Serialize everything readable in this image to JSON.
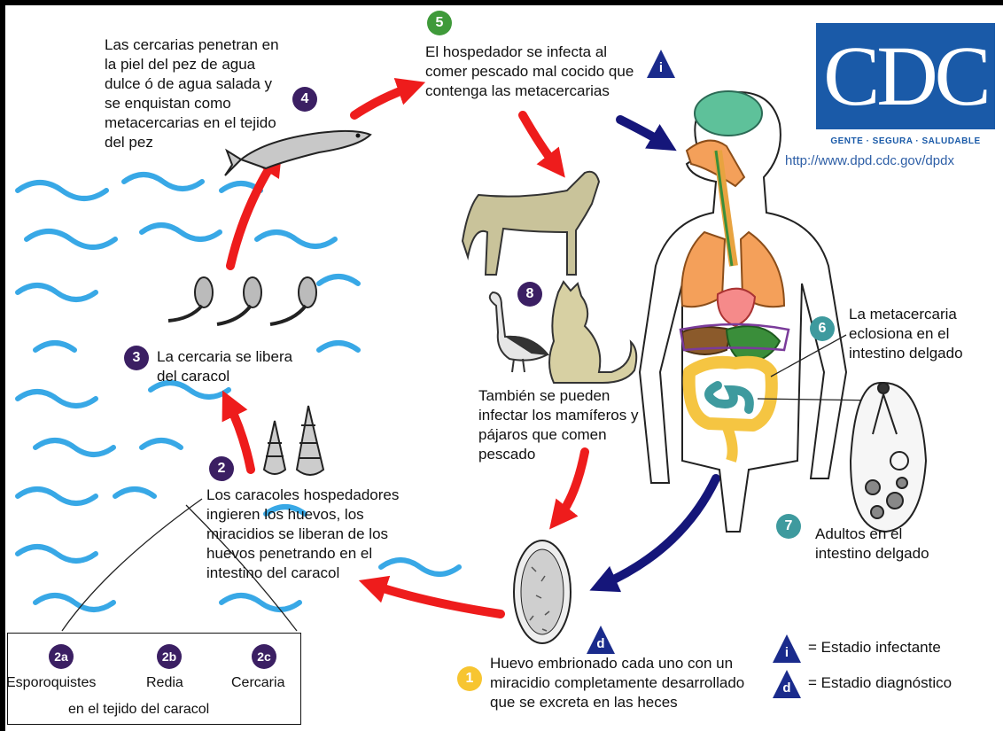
{
  "logo": {
    "text": "CDC",
    "tagline": "GENTE · SEGURA · SALUDABLE",
    "url": "http://www.dpd.cdc.gov/dpdx"
  },
  "steps": {
    "s1": {
      "badge": "1",
      "text": "Huevo embrionado cada uno con un miracidio completamente desarrollado que se excreta en las heces"
    },
    "s2": {
      "badge": "2",
      "text": "Los caracoles hospedadores ingieren los huevos, los miracidios se liberan de los huevos penetrando en el intestino del caracol"
    },
    "s3": {
      "badge": "3",
      "text": "La cercaria se libera del caracol"
    },
    "s4": {
      "badge": "4",
      "text": "Las cercarias penetran en la piel del pez de agua dulce ó de agua salada y se enquistan como metacercarias en el tejido del pez"
    },
    "s5": {
      "badge": "5",
      "text": "El hospedador se infecta al comer pescado mal cocido que contenga las metacercarias"
    },
    "s6": {
      "badge": "6",
      "text": "La metacercaria eclosiona en el intestino delgado"
    },
    "s7": {
      "badge": "7",
      "text": "Adultos en el intestino delgado"
    },
    "s8": {
      "badge": "8",
      "text": "También se pueden infectar los mamíferos y pájaros que comen pescado"
    }
  },
  "snail_stages": {
    "a_badge": "2a",
    "a_label": "Esporoquistes",
    "b_badge": "2b",
    "b_label": "Redia",
    "c_badge": "2c",
    "c_label": "Cercaria",
    "caption": "en el tejido del caracol"
  },
  "legend": {
    "infective_symbol": "i",
    "infective_label": "= Estadio infectante",
    "diagnostic_symbol": "d",
    "diagnostic_label": "= Estadio diagnóstico"
  },
  "colors": {
    "red_arrow": "#ee1c1c",
    "blue_arrow": "#15167a",
    "water": "#38a8e6",
    "badge_purple": "#3b1f63",
    "badge_green": "#3f9a3a",
    "badge_teal": "#3e9a9e",
    "badge_yellow": "#f7c531",
    "cdc_blue": "#1a5aa8"
  }
}
